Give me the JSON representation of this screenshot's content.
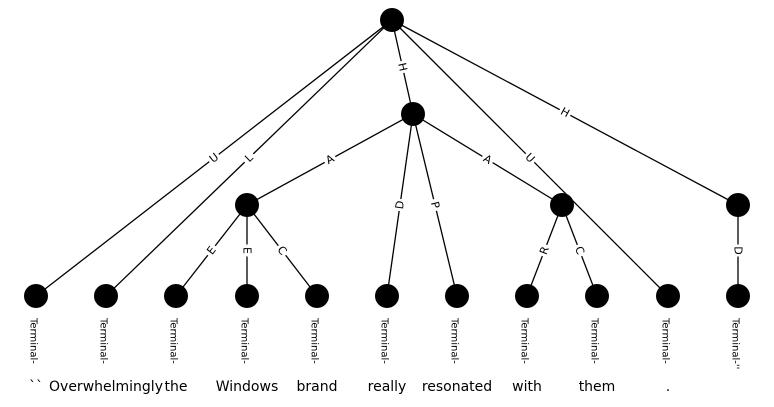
{
  "diagram": {
    "nodes": [
      {
        "id": "root",
        "label": ""
      },
      {
        "id": "p",
        "label": ""
      },
      {
        "id": "a1",
        "label": ""
      },
      {
        "id": "a2",
        "label": ""
      },
      {
        "id": "h2",
        "label": ""
      },
      {
        "id": "t0",
        "label": "Terminal-",
        "word": "``"
      },
      {
        "id": "t1",
        "label": "Terminal-",
        "word": "Overwhelmingly"
      },
      {
        "id": "t2",
        "label": "Terminal-",
        "word": "the"
      },
      {
        "id": "t3",
        "label": "Terminal-",
        "word": "Windows"
      },
      {
        "id": "t4",
        "label": "Terminal-",
        "word": "brand"
      },
      {
        "id": "t5",
        "label": "Terminal-",
        "word": "really"
      },
      {
        "id": "t6",
        "label": "Terminal-",
        "word": "resonated"
      },
      {
        "id": "t7",
        "label": "Terminal-",
        "word": "with"
      },
      {
        "id": "t8",
        "label": "Terminal-",
        "word": "them"
      },
      {
        "id": "t9",
        "label": "Terminal-",
        "word": "."
      },
      {
        "id": "t10",
        "label": "Terminal-''",
        "word": ""
      }
    ],
    "edges": [
      {
        "from": "root",
        "to": "t0",
        "label": "U"
      },
      {
        "from": "root",
        "to": "t1",
        "label": "L"
      },
      {
        "from": "root",
        "to": "p",
        "label": "H"
      },
      {
        "from": "root",
        "to": "t9",
        "label": "U"
      },
      {
        "from": "root",
        "to": "h2",
        "label": "H"
      },
      {
        "from": "p",
        "to": "a1",
        "label": "A"
      },
      {
        "from": "p",
        "to": "t5",
        "label": "D"
      },
      {
        "from": "p",
        "to": "t6",
        "label": "P"
      },
      {
        "from": "p",
        "to": "a2",
        "label": "A"
      },
      {
        "from": "a1",
        "to": "t2",
        "label": "E"
      },
      {
        "from": "a1",
        "to": "t3",
        "label": "E"
      },
      {
        "from": "a1",
        "to": "t4",
        "label": "C"
      },
      {
        "from": "a2",
        "to": "t7",
        "label": "R"
      },
      {
        "from": "a2",
        "to": "t8",
        "label": "C"
      },
      {
        "from": "h2",
        "to": "t10",
        "label": "D"
      }
    ]
  }
}
